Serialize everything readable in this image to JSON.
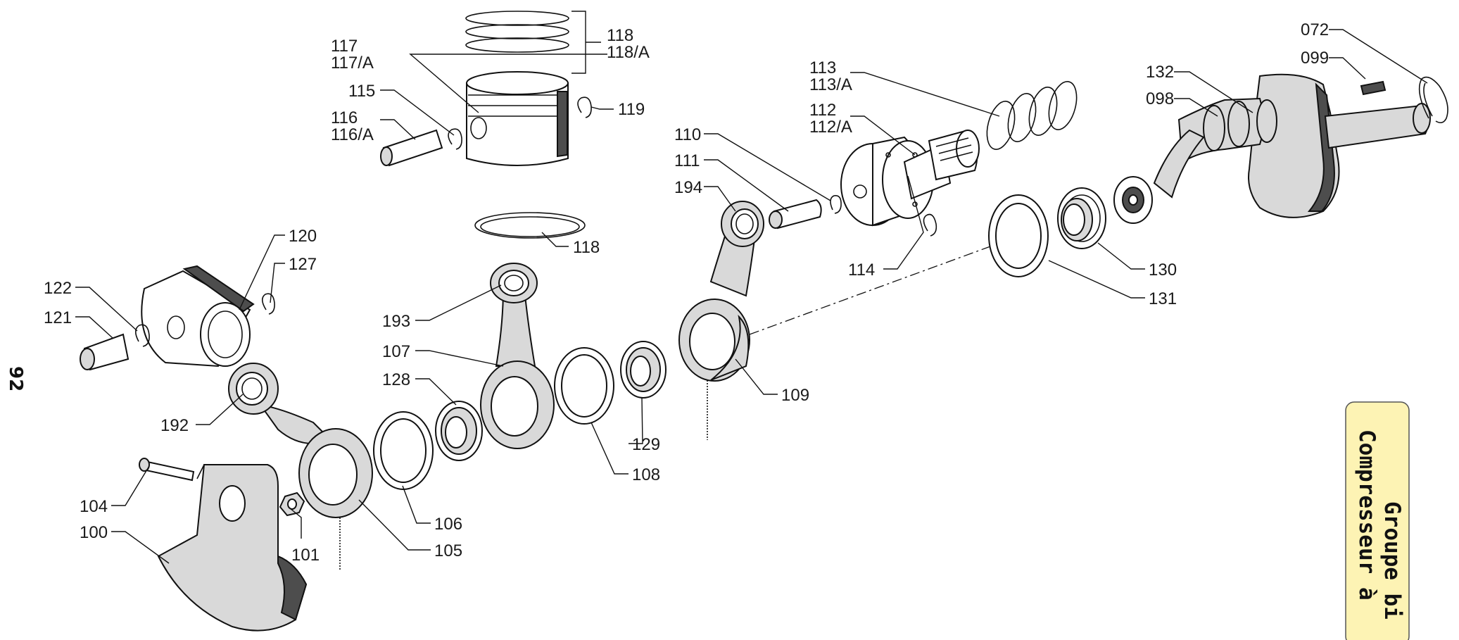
{
  "page": {
    "number": "92",
    "tab_line1": "Groupe bi",
    "tab_line2": "Compresseur à",
    "tab_color": "#fdf3b4"
  },
  "labels": {
    "l072": "072",
    "l099": "099",
    "l132": "132",
    "l098": "098",
    "l113": "113",
    "l113a": "113/A",
    "l112": "112",
    "l112a": "112/A",
    "l110": "110",
    "l111": "111",
    "l194": "194",
    "l114": "114",
    "l130": "130",
    "l131": "131",
    "l109": "109",
    "l118top": "118",
    "l118a": "118/A",
    "l117": "117",
    "l117a": "117/A",
    "l115": "115",
    "l116": "116",
    "l116a": "116/A",
    "l119": "119",
    "l118mid": "118",
    "l120": "120",
    "l127": "127",
    "l122": "122",
    "l121": "121",
    "l193": "193",
    "l107": "107",
    "l128": "128",
    "l192": "192",
    "l129": "129",
    "l108": "108",
    "l104": "104",
    "l100": "100",
    "l101": "101",
    "l106": "106",
    "l105": "105"
  }
}
